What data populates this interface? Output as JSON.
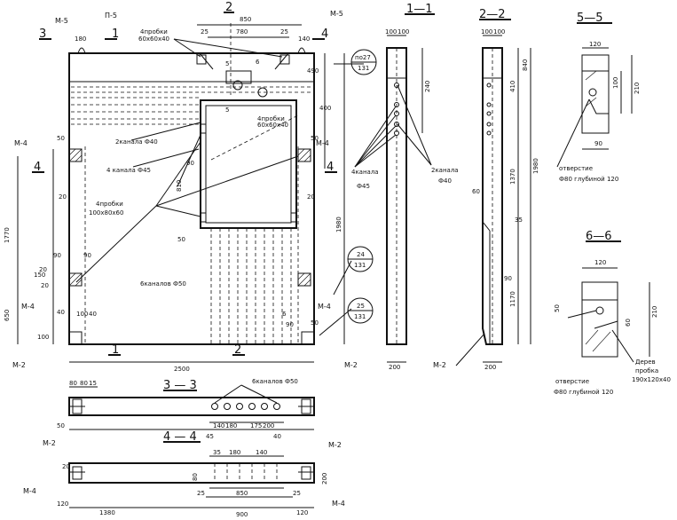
{
  "sections": {
    "s11": "1—1",
    "s22": "2—2",
    "s33": "3 — 3",
    "s44": "4 — 4",
    "s55": "5—5",
    "s66": "6—6"
  },
  "cuts": {
    "c1": "1",
    "c2": "2",
    "c3": "3",
    "c4": "4"
  },
  "marks": {
    "m5a": "M-5",
    "m5b": "M-5",
    "p5": "П-5",
    "m4l1": "M-4",
    "m4r1": "M-4",
    "m4l2": "M-4",
    "m4r2": "M-4",
    "m2l": "M-2",
    "m2r": "M-2",
    "m2s": "M-2",
    "m2b1": "M-2",
    "m2b2": "M-2",
    "m4b1": "M-4",
    "m4b2": "M-4"
  },
  "notes": {
    "probki_top_1": "4пробки",
    "probki_top_2": "60х60х40",
    "probki_win_1": "4пробки",
    "probki_win_2": "60х60х40",
    "kanal40": "2канала Ф40",
    "kanal45": "4 канала Ф45",
    "probki_mid_1": "4пробки",
    "probki_mid_2": "100х80х60",
    "kanal50": "6каналов Ф50",
    "kanal45_s": "4канала",
    "kanal45_s2": "Ф45",
    "kanal40_s": "2канала",
    "kanal40_s2": "Ф40",
    "otv55_1": "отверстие",
    "otv55_2": "Ф80 глубиной 120",
    "otv66_1": "отверстие",
    "otv66_2": "Ф80 глубиной 120",
    "derev_1": "Дерев",
    "derev_2": "пробка",
    "derev_3": "190х120х40",
    "kanal50_33": "6каналов Ф50"
  },
  "callouts": {
    "a1_top": "по27",
    "a1_bot": "131",
    "a2_top": "24",
    "a2_bot": "131",
    "a3_top": "25",
    "a3_bot": "131"
  },
  "dims": {
    "d850": "850",
    "d780": "780",
    "d25a": "25",
    "d25b": "25",
    "d140": "140",
    "d180": "180",
    "d490": "490",
    "d400": "400",
    "d5a": "5",
    "d5b": "5",
    "d6a": "6",
    "d6b": "6",
    "d1770": "1770",
    "d1980": "1980",
    "d650": "650",
    "d810": "810",
    "d20a": "20",
    "d20b": "20",
    "d20c": "20",
    "d20d": "20",
    "d90a": "90",
    "d90b": "90",
    "d90c": "90",
    "d90d": "90",
    "d50a": "50",
    "d50b": "50",
    "d50c": "50",
    "d50d": "50",
    "d40a": "40",
    "d40b": "40",
    "d100a": "100",
    "d100b": "100",
    "d2500": "2500",
    "d150": "150",
    "s1_100a": "100",
    "s1_100b": "100",
    "s1_240": "240",
    "s1_200": "200",
    "s2_100a": "100",
    "s2_100b": "100",
    "s2_840": "840",
    "s2_410": "410",
    "s2_1370": "1370",
    "s2_1980": "1980",
    "s2_1170": "1170",
    "s2_200": "200",
    "s2_60": "60",
    "s2_35": "35",
    "s2_90": "90",
    "s55_120": "120",
    "s55_100": "100",
    "s55_90": "90",
    "s55_210": "210",
    "s66_120": "120",
    "s66_210": "210",
    "s66_50": "50",
    "s66_60": "60",
    "s33_80a": "80",
    "s33_80b": "80",
    "s33_15": "15",
    "s33_45": "45",
    "s33_140": "140",
    "s33_180": "180",
    "s33_175": "175",
    "s33_200": "200",
    "s33_50": "50",
    "s33_40": "40",
    "s44_1380": "1380",
    "s44_900": "900",
    "s44_850": "850",
    "s44_120a": "120",
    "s44_120b": "120",
    "s44_25a": "25",
    "s44_25b": "25",
    "s44_80": "80",
    "s44_200": "200",
    "s44_20": "20",
    "s44_35": "35",
    "s44_180": "180",
    "s44_140": "140"
  }
}
